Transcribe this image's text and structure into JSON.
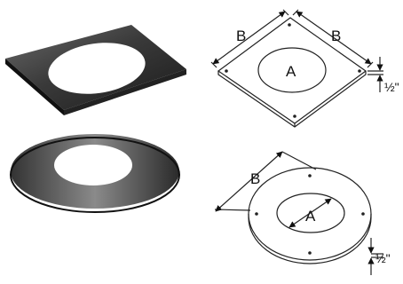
{
  "figure": {
    "square_plate": {
      "label_hole": "A",
      "label_side_left": "B",
      "label_side_right": "B",
      "label_thickness": "½\""
    },
    "round_plate": {
      "label_hole": "A",
      "label_diameter": "B",
      "label_thickness": "½\""
    }
  }
}
